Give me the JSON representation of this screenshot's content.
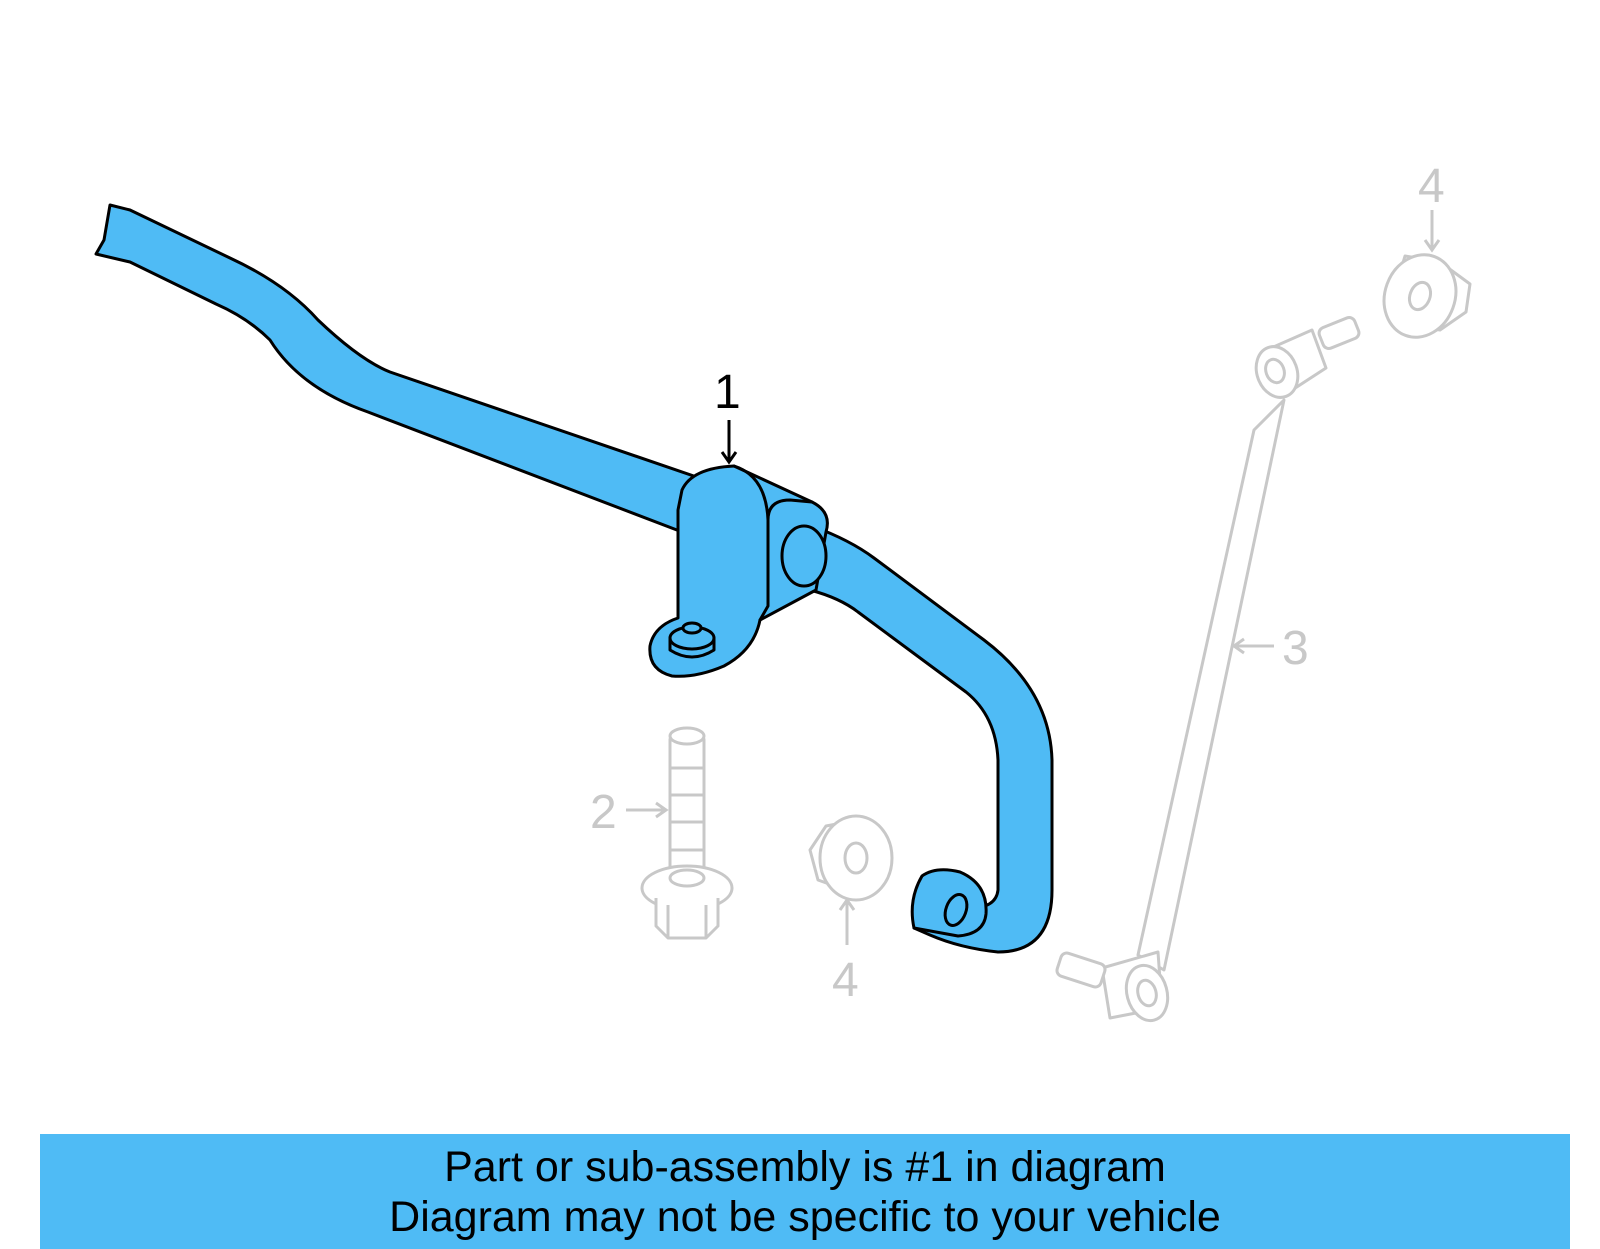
{
  "colors": {
    "highlight": "#4FBBF5",
    "outline": "#000000",
    "faded": "#C8C8C8",
    "banner": "#4FBBF5",
    "background": "#FFFFFF"
  },
  "callouts": {
    "part_1": "1",
    "part_2": "2",
    "part_3": "3",
    "part_4_upper": "4",
    "part_4_lower": "4"
  },
  "banner": {
    "line1": "Part or sub-assembly is #1 in diagram",
    "line2": "Diagram may not be specific to your vehicle"
  }
}
